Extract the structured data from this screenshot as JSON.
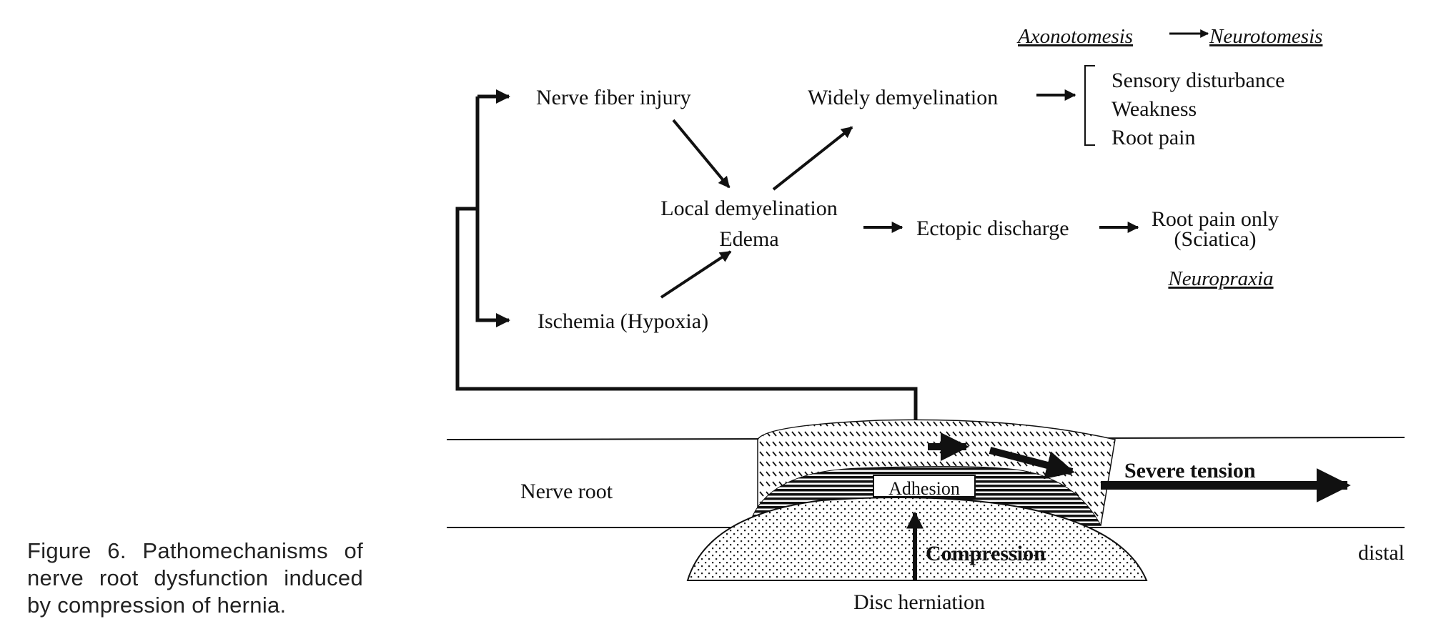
{
  "figure": {
    "caption": "Figure 6. Pathomechanisms of nerve root dysfunction induced by compression of hernia.",
    "colors": {
      "ink": "#111111",
      "background": "#ffffff"
    }
  },
  "flow": {
    "nerve_fiber_injury": "Nerve fiber injury",
    "ischemia": "Ischemia (Hypoxia)",
    "local_demyelination_line1": "Local demyelination",
    "local_demyelination_line2": "Edema",
    "widely_demyelination": "Widely demyelination",
    "ectopic_discharge": "Ectopic discharge",
    "root_pain_only_line1": "Root pain only",
    "root_pain_only_line2": "(Sciatica)",
    "neuropraxia": "Neuropraxia",
    "axonotomesis": "Axonotomesis",
    "neurotomesis": "Neurotomesis",
    "symptoms": [
      "Sensory disturbance",
      "Weakness",
      "Root pain"
    ]
  },
  "anatomy": {
    "nerve_root": "Nerve root",
    "adhesion": "Adhesion",
    "severe_tension": "Severe tension",
    "compression": "Compression",
    "disc_herniation": "Disc herniation",
    "distal": "distal"
  }
}
